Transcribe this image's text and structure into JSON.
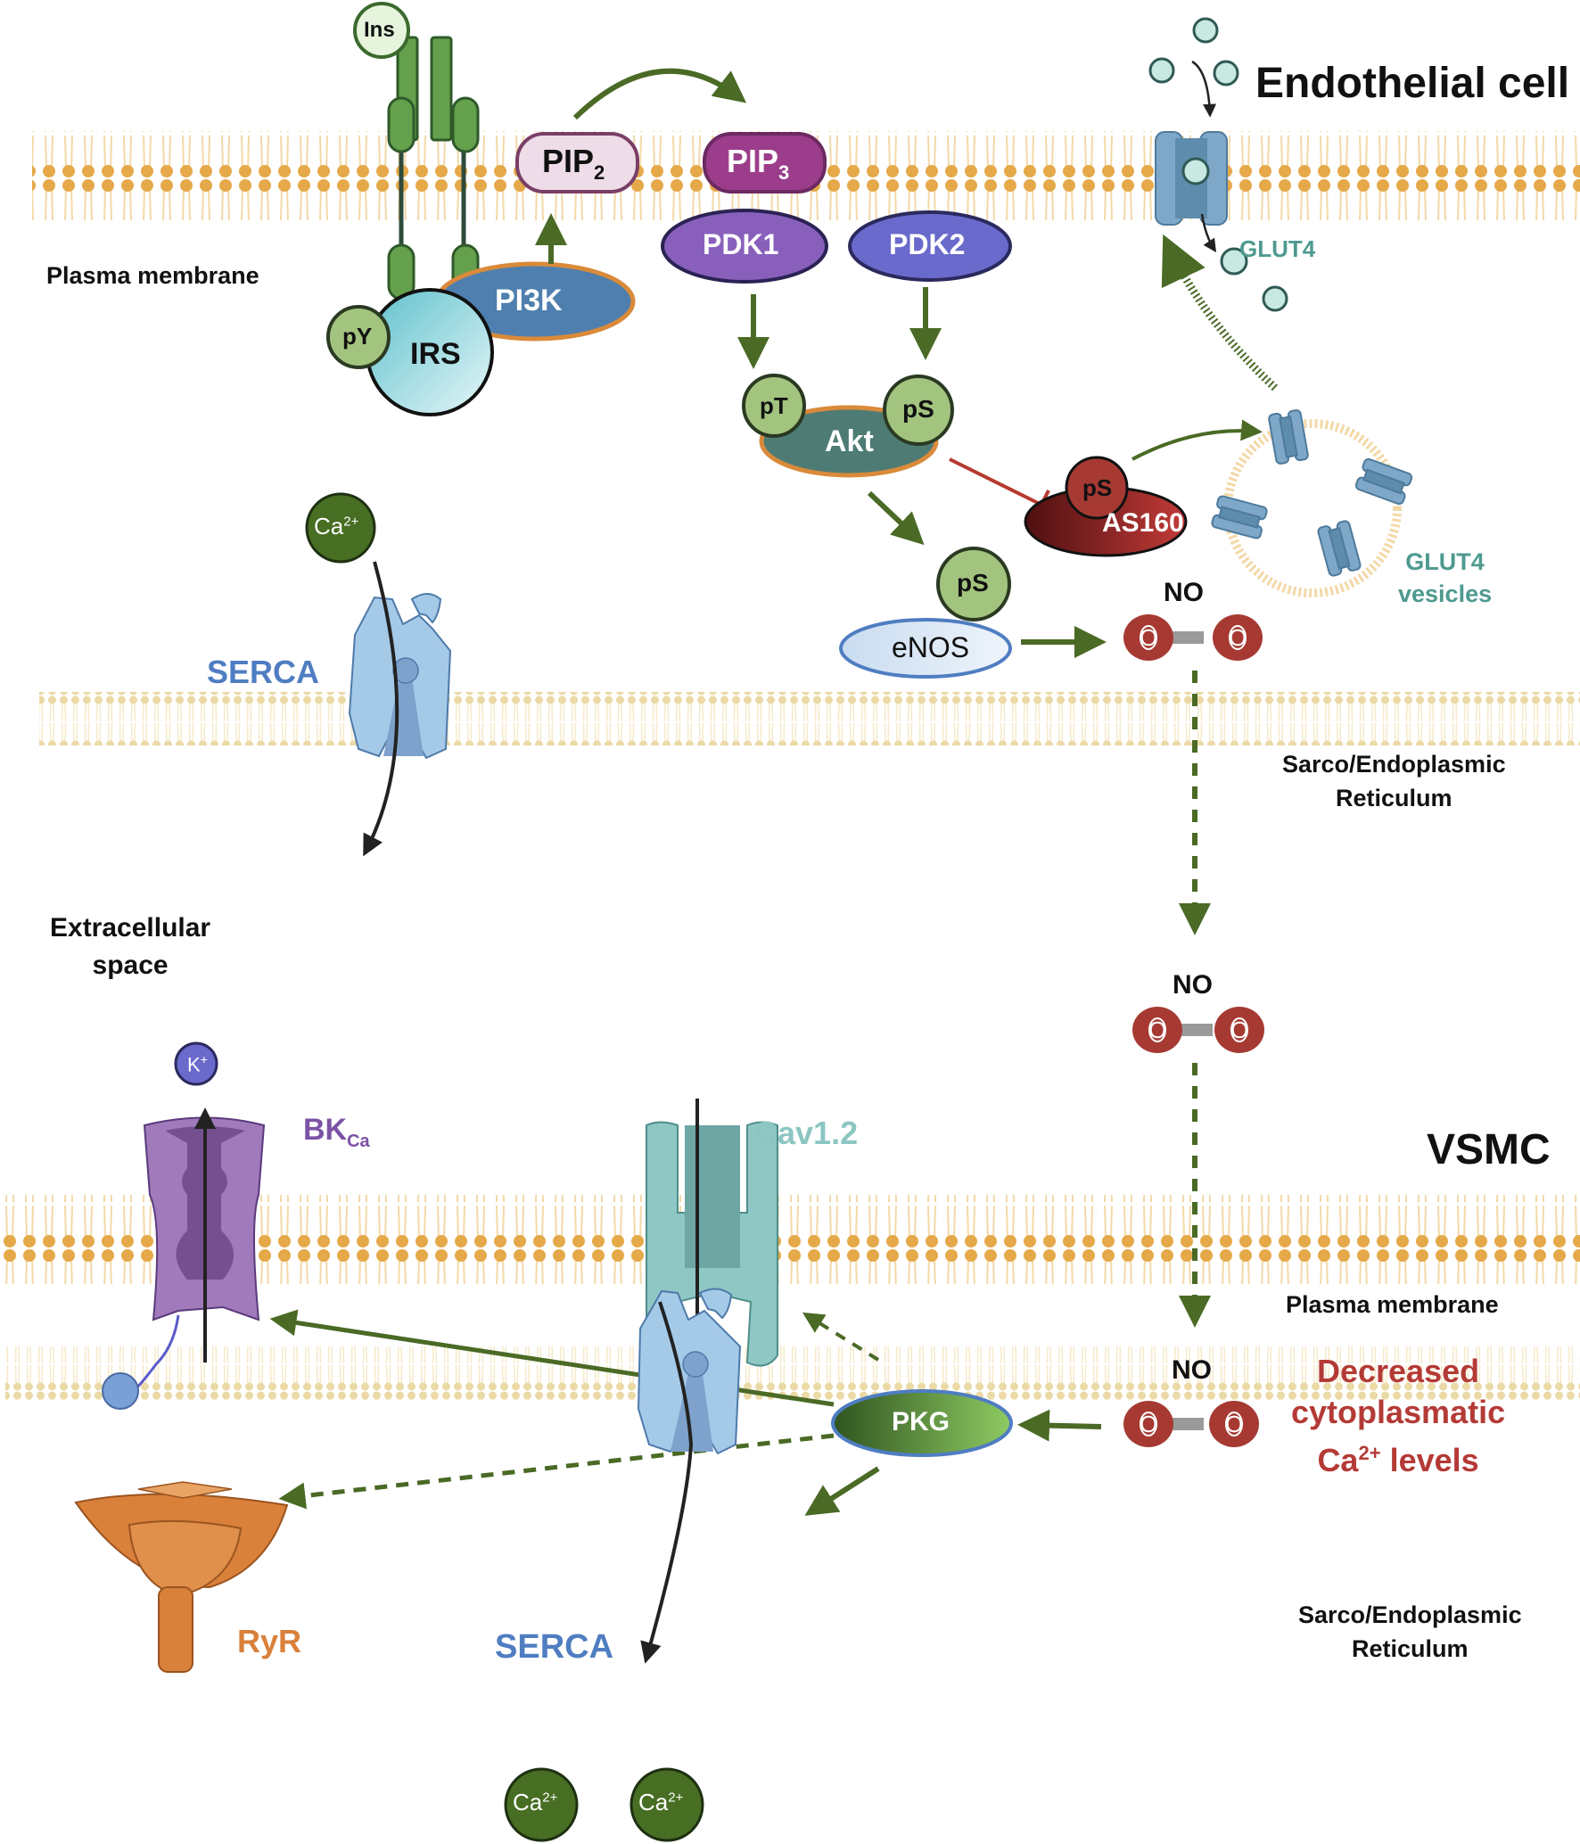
{
  "colors": {
    "membrane_head": "#E5A94A",
    "membrane_tail": "#F3D9A8",
    "er_head": "#EBD9A6",
    "er_tail": "#F5EAC8",
    "arrow_green": "#4A6A25",
    "inhibit_red": "#B53A2F",
    "text_black": "#111111",
    "serca_blue": "#4F7DC1",
    "glut4_teal": "#4E9A90",
    "cav_teal": "#8CC6C2",
    "bk_purple": "#7B52A6",
    "ryr_orange": "#D9803A",
    "red_text": "#B43A36"
  },
  "regions": {
    "endothelial_cell": "Endothelial cell",
    "vsmc": "VSMC",
    "plasma_membrane_top": "Plasma membrane",
    "er_top_line1": "Sarco/Endoplasmic",
    "er_top_line2": "Reticulum",
    "extracellular_line1": "Extracellular",
    "extracellular_line2": "space",
    "plasma_membrane_bottom": "Plasma membrane",
    "er_bottom_line1": "Sarco/Endoplasmic",
    "er_bottom_line2": "Reticulum"
  },
  "molecules": {
    "ins": "Ins",
    "pip2": "PIP",
    "pip2_sub": "2",
    "pip3": "PIP",
    "pip3_sub": "3",
    "pi3k": "PI3K",
    "irs": "IRS",
    "py": "pY",
    "pdk1": "PDK1",
    "pdk2": "PDK2",
    "pt": "pT",
    "ps_akt": "pS",
    "akt": "Akt",
    "ps_as160": "pS",
    "as160": "AS160",
    "glut4": "GLUT4",
    "glut4_vesicles_line1": "GLUT4",
    "glut4_vesicles_line2": "vesicles",
    "ps_enos": "pS",
    "enos": "eNOS",
    "no_1": "NO",
    "no_2": "NO",
    "no_3": "NO",
    "o_atom": "O",
    "ca_top": "Ca",
    "ca_sup": "2+",
    "serca_top": "SERCA",
    "k_ion": "K",
    "k_sup": "+",
    "bkca": "BK",
    "bkca_sub": "Ca",
    "cav12": "Cav1.2",
    "pkg": "PKG",
    "ryr": "RyR",
    "serca_bottom": "SERCA",
    "ca_bottom_1": "Ca",
    "ca_bottom_2": "Ca"
  },
  "outcome": {
    "line1": "Decreased",
    "line2": "cytoplasmatic",
    "line3_pre": "Ca",
    "line3_sup": "2+",
    "line3_post": " levels"
  }
}
